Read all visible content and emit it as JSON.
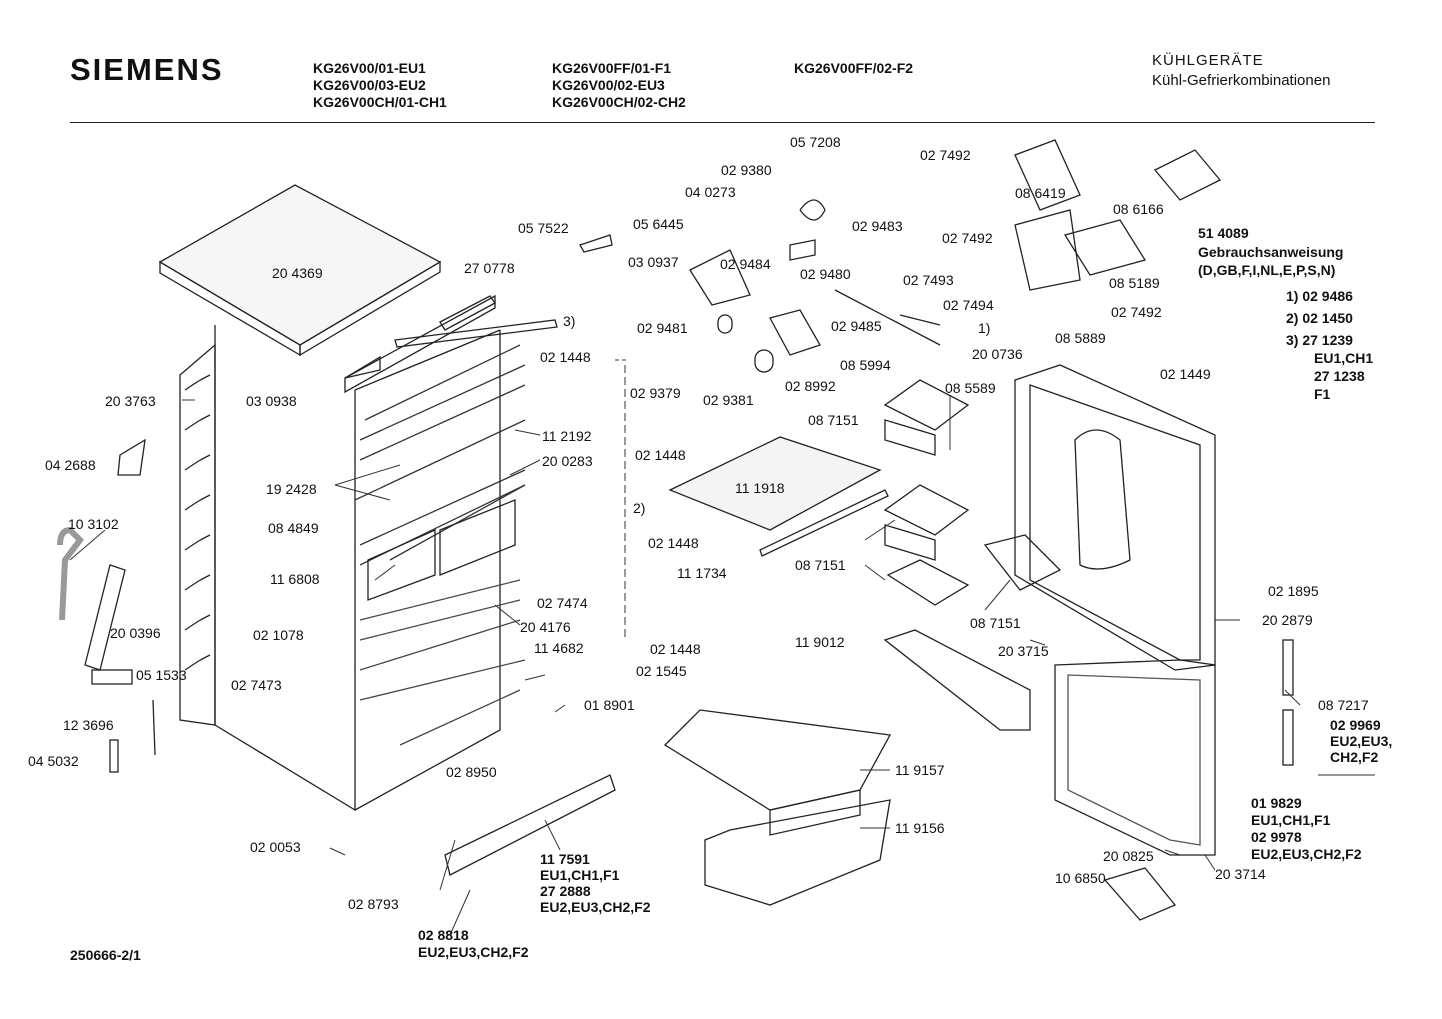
{
  "header": {
    "brand": "SIEMENS",
    "models_col1": [
      "KG26V00/01-EU1",
      "KG26V00/03-EU2",
      "KG26V00CH/01-CH1"
    ],
    "models_col2": [
      "KG26V00FF/01-F1",
      "KG26V00/02-EU3",
      "KG26V00CH/02-CH2"
    ],
    "models_col3": [
      "KG26V00FF/02-F2"
    ],
    "category": "KÜHLGERÄTE",
    "subcategory": "Kühl-Gefrierkombinationen"
  },
  "notes": {
    "part": "51 4089",
    "title": "Gebrauchsanweisung",
    "langs": "(D,GB,F,I,NL,E,P,S,N)",
    "n1": "1)  02 9486",
    "n2": "2)  02 1450",
    "n3": "3)  27 1239",
    "n3a": "EU1,CH1",
    "n3b": "27 1238",
    "n3c": "F1"
  },
  "labels": [
    "20 4369",
    "27 0778",
    "3)",
    "20 3763",
    "03 0938",
    "04 2688",
    "10 3102",
    "20 0396",
    "05 1533",
    "12 3696",
    "04 5032",
    "19 2428",
    "08 4849",
    "11 6808",
    "02 1078",
    "02 7473",
    "11 2192",
    "20 0283",
    "02 7474",
    "20 4176",
    "11 4682",
    "01 8901",
    "02 0053",
    "02 8950",
    "02 8793",
    "05 7522",
    "03 0937",
    "05 6445",
    "02 9484",
    "02 9481",
    "02 1448",
    "02 9379",
    "02 9381",
    "02 8992",
    "02 1448",
    "2)",
    "02 1448",
    "02 1448",
    "02 1545",
    "04 0273",
    "02 9380",
    "05 7208",
    "02 9483",
    "02 9480",
    "02 9485",
    "08 5994",
    "11 1918",
    "11 1734",
    "08 7151",
    "08 5589",
    "08 7151",
    "08 7151",
    "11 9012",
    "11 9157",
    "11 9156",
    "02 7492",
    "08 6419",
    "08 6166",
    "02 7492",
    "02 7493",
    "02 7494",
    "08 5889",
    "08 5189",
    "02 7492",
    "1)",
    "20 0736",
    "02 1449",
    "02 1895",
    "20 2879",
    "20 3715",
    "08 7217",
    "20 0825",
    "20 3714",
    "10 6850"
  ],
  "bottom_labels": {
    "l1": "11 7591",
    "l1a": "EU1,CH1,F1",
    "l1b": "27 2888",
    "l1c": "EU2,EU3,CH2,F2",
    "l2": "02 8818",
    "l2a": "EU2,EU3,CH2,F2",
    "r1": "02 9969",
    "r1a": "EU2,EU3,",
    "r1b": "CH2,F2",
    "r2": "01 9829",
    "r2a": "EU1,CH1,F1",
    "r2b": "02 9978",
    "r2c": "EU2,EU3,CH2,F2"
  },
  "doc_id": "250666-2/1"
}
